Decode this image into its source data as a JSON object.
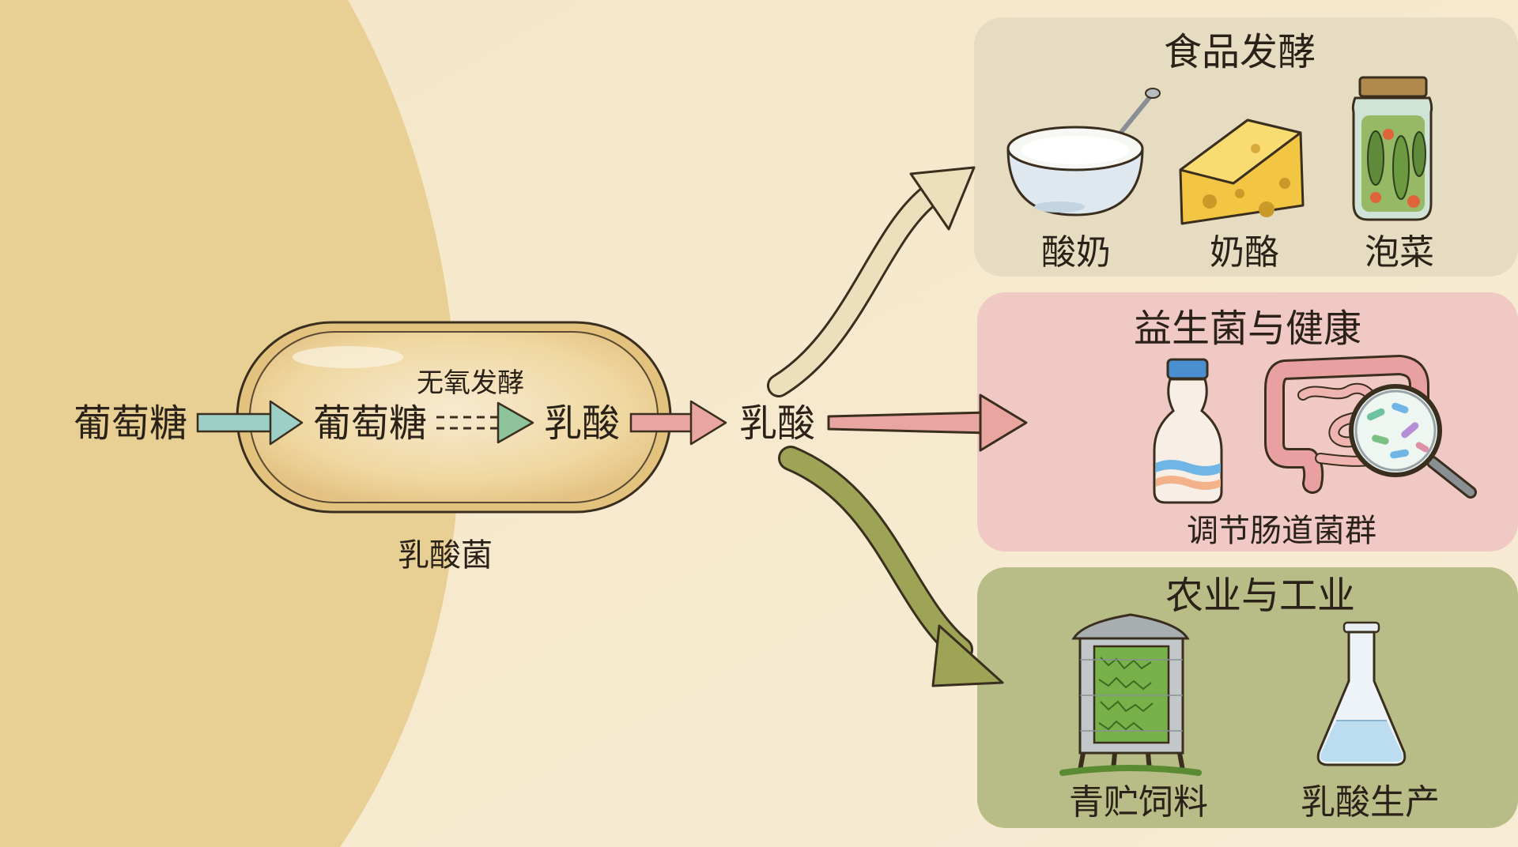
{
  "colors": {
    "background": "#f6ecd6",
    "left_blob": "#e8cf94",
    "cell_fill": "#f1dca6",
    "cell_border": "#3a2e1f",
    "food_panel": "#e6dcc2",
    "health_panel": "#f0c8c4",
    "agri_panel": "#b8bc86",
    "arrow_teal": "#9ccfc6",
    "arrow_green": "#8fc39c",
    "arrow_pink": "#e9a5a0",
    "arrow_cream": "#ece0bc",
    "arrow_olive": "#9da456"
  },
  "pathway": {
    "input_label": "葡萄糖",
    "inside_input_label": "葡萄糖",
    "process_label": "无氧发酵",
    "inside_output_label": "乳酸",
    "output_label": "乳酸",
    "cell_label": "乳酸菌"
  },
  "panels": {
    "food": {
      "title": "食品发酵",
      "items": [
        {
          "label": "酸奶",
          "icon": "yogurt-bowl-icon"
        },
        {
          "label": "奶酪",
          "icon": "cheese-icon"
        },
        {
          "label": "泡菜",
          "icon": "pickle-jar-icon"
        }
      ]
    },
    "health": {
      "title": "益生菌与健康",
      "caption": "调节肠道菌群",
      "items": [
        {
          "icon": "probiotic-drink-icon"
        },
        {
          "icon": "intestine-magnifier-icon"
        }
      ]
    },
    "agriculture": {
      "title": "农业与工业",
      "items": [
        {
          "label": "青贮饲料",
          "icon": "silo-icon"
        },
        {
          "label": "乳酸生产",
          "icon": "flask-icon"
        }
      ]
    }
  }
}
